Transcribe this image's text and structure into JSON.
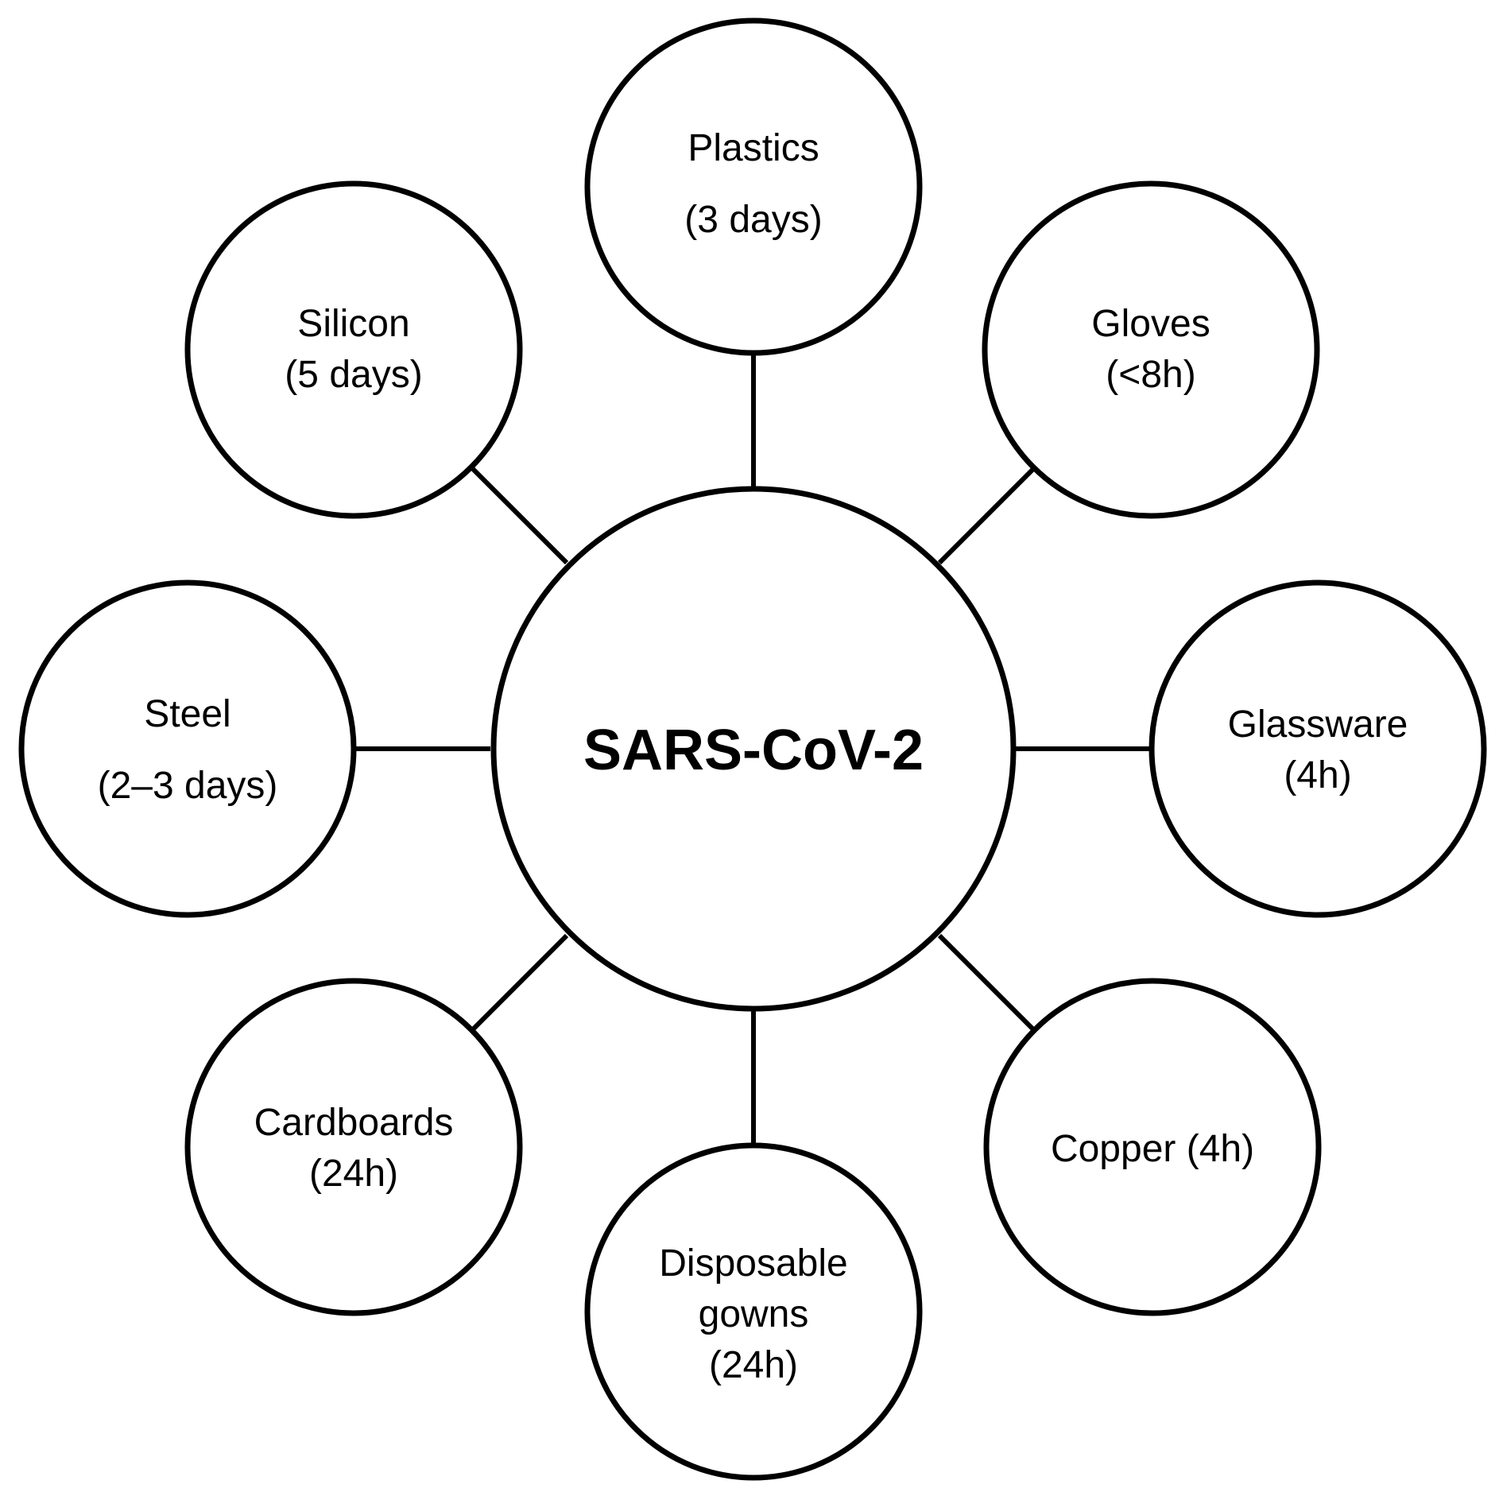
{
  "center": {
    "label": "SARS-CoV-2"
  },
  "nodes": [
    {
      "id": "plastics",
      "lines": [
        "Plastics",
        "(3 days)"
      ]
    },
    {
      "id": "gloves",
      "lines": [
        "Gloves",
        "(<8h)"
      ]
    },
    {
      "id": "glassware",
      "lines": [
        "Glassware",
        "(4h)"
      ]
    },
    {
      "id": "copper",
      "lines": [
        "Copper (4h)"
      ]
    },
    {
      "id": "disposable-gowns",
      "lines": [
        "Disposable",
        "gowns",
        "(24h)"
      ]
    },
    {
      "id": "cardboards",
      "lines": [
        "Cardboards",
        "(24h)"
      ]
    },
    {
      "id": "steel",
      "lines": [
        "Steel",
        "(2–3 days)"
      ]
    },
    {
      "id": "silicon",
      "lines": [
        "Silicon",
        "(5 days)"
      ]
    }
  ]
}
